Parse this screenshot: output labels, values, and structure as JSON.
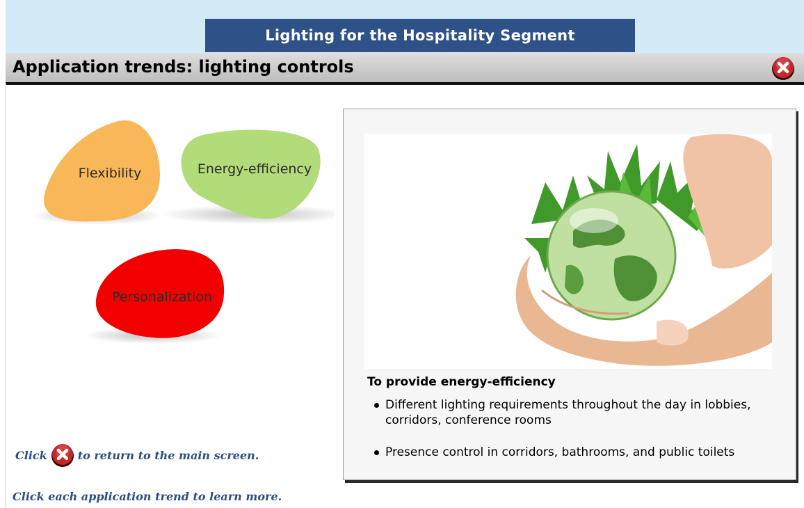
{
  "header": {
    "banner_title": "Lighting for the Hospitality Segment",
    "page_title": "Application trends: lighting controls",
    "close_icon": "close-x-icon"
  },
  "trends": [
    {
      "label": "Flexibility",
      "color": "#f8b858"
    },
    {
      "label": "Energy-efficiency",
      "color": "#b2dc79"
    },
    {
      "label": "Personalization",
      "color": "#f20000"
    }
  ],
  "panel": {
    "image": "hands-holding-globe-with-leaves",
    "heading": "To provide energy-efficiency",
    "bullets": [
      "Different lighting requirements throughout the day in lobbies, corridors, conference rooms",
      "Presence control in corridors, bathrooms, and public toilets"
    ]
  },
  "footer": {
    "click_prefix": "Click",
    "click_suffix": "to return to the main screen.",
    "instruction": "Click each application trend to learn more."
  },
  "colors": {
    "banner": "#2e5288",
    "top_band": "#d3ebf7",
    "hint_text": "#2a4f80"
  }
}
